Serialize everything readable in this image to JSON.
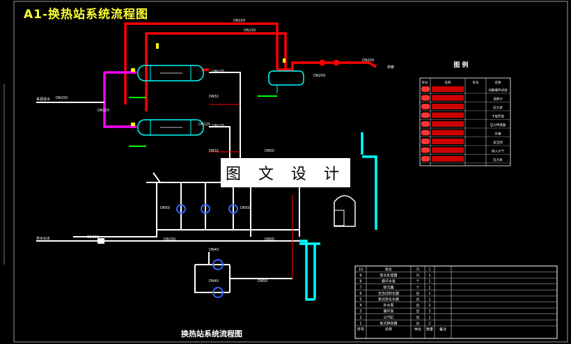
{
  "title": "A1-换热站系统流程图",
  "watermark": "图 文 设 计",
  "bottom_title": "换热站系统流程图",
  "legend_title": "图 例",
  "legend_headers": [
    "符号",
    "名称",
    "符号",
    "名称"
  ],
  "legend_rows_right": [
    "闭路循环式调",
    "温度计",
    "压力表",
    "下放开放",
    "压力传感器",
    "水箱",
    "安全阀",
    "排入大气",
    "压力表"
  ],
  "pipe_labels": [
    "DN150",
    "DN150",
    "DN200",
    "DN200",
    "DN125",
    "DN125",
    "DN32",
    "DN32",
    "DN50",
    "DN150",
    "DN150",
    "DN150",
    "DN50",
    "DN40",
    "DN40",
    "DN125",
    "DN125",
    "DN50",
    "DN50",
    "DN50"
  ],
  "side_labels": [
    "来源进水",
    "供水出水",
    "供暖"
  ],
  "bom_rows": [
    {
      "no": "10",
      "name": "软化",
      "unit": "只",
      "qty": "1"
    },
    {
      "no": "9",
      "name": "软水处理器",
      "unit": "只",
      "qty": "1"
    },
    {
      "no": "8",
      "name": "循环水泵",
      "unit": "个",
      "qty": "1"
    },
    {
      "no": "7",
      "name": "除污器",
      "unit": "个",
      "qty": "1"
    },
    {
      "no": "6",
      "name": "全自动软化器",
      "unit": "台",
      "qty": "1"
    },
    {
      "no": "5",
      "name": "管式软化水箱",
      "unit": "台",
      "qty": "1"
    },
    {
      "no": "4",
      "name": "补水泵",
      "unit": "台",
      "qty": "2"
    },
    {
      "no": "3",
      "name": "循环泵",
      "unit": "台",
      "qty": "3"
    },
    {
      "no": "2",
      "name": "分汽缸",
      "unit": "台",
      "qty": "1"
    },
    {
      "no": "1",
      "name": "板式换热器",
      "unit": "台",
      "qty": "2"
    }
  ],
  "bom_headers": [
    "序号",
    "名称",
    "单位",
    "数量",
    "备注"
  ],
  "colors": {
    "supply": "#ff0000",
    "return": "#ffffff",
    "softwater": "#00ffff",
    "pink": "#ff00ff",
    "green": "#00ff00",
    "yellow": "#ffff00",
    "blue": "#3366ff"
  }
}
